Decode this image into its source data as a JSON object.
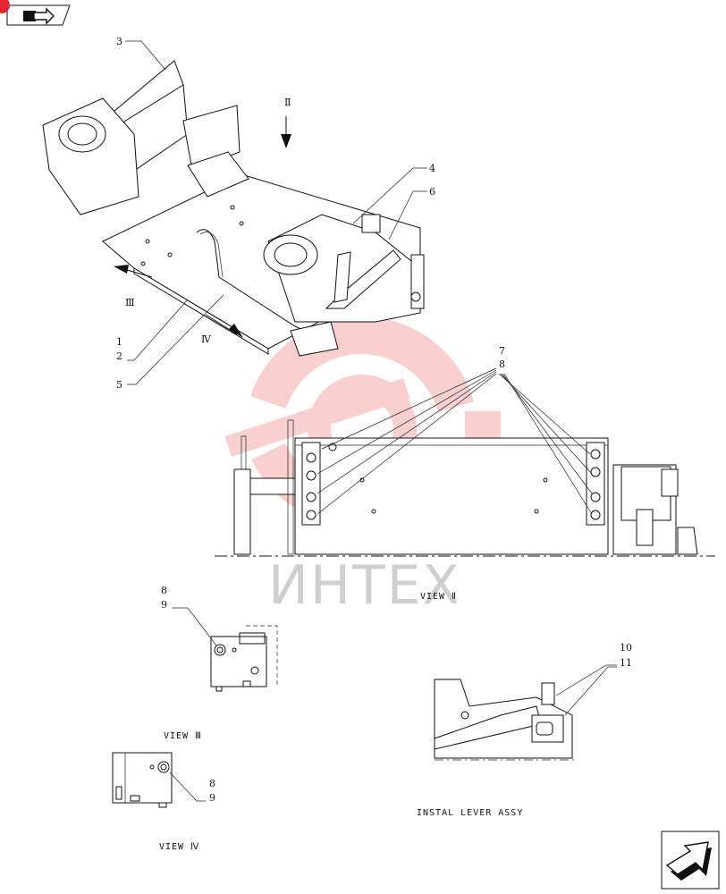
{
  "header": {
    "nav_icon": "book-arrow-icon",
    "badge_color": "#e3262f"
  },
  "footer": {
    "nav_icon": "next-page-arrow-icon"
  },
  "watermark": {
    "text": "ИНТЕХ",
    "color": "#e85a5a"
  },
  "views": {
    "view_2": "VIEW Ⅱ",
    "view_3": "VIEW Ⅲ",
    "view_4": "VIEW Ⅳ",
    "install": "INSTAL LEVER ASSY"
  },
  "direction_labels": {
    "d2": "Ⅱ",
    "d3": "Ⅲ",
    "d4": "Ⅳ"
  },
  "callouts": {
    "c3": "3",
    "c4": "4",
    "c6": "6",
    "c1": "1",
    "c2": "2",
    "c5": "5",
    "c7": "7",
    "c8": "8",
    "c8b": "8",
    "c9b": "9",
    "c8c": "8",
    "c9c": "9",
    "c10": "10",
    "c11": "11"
  }
}
